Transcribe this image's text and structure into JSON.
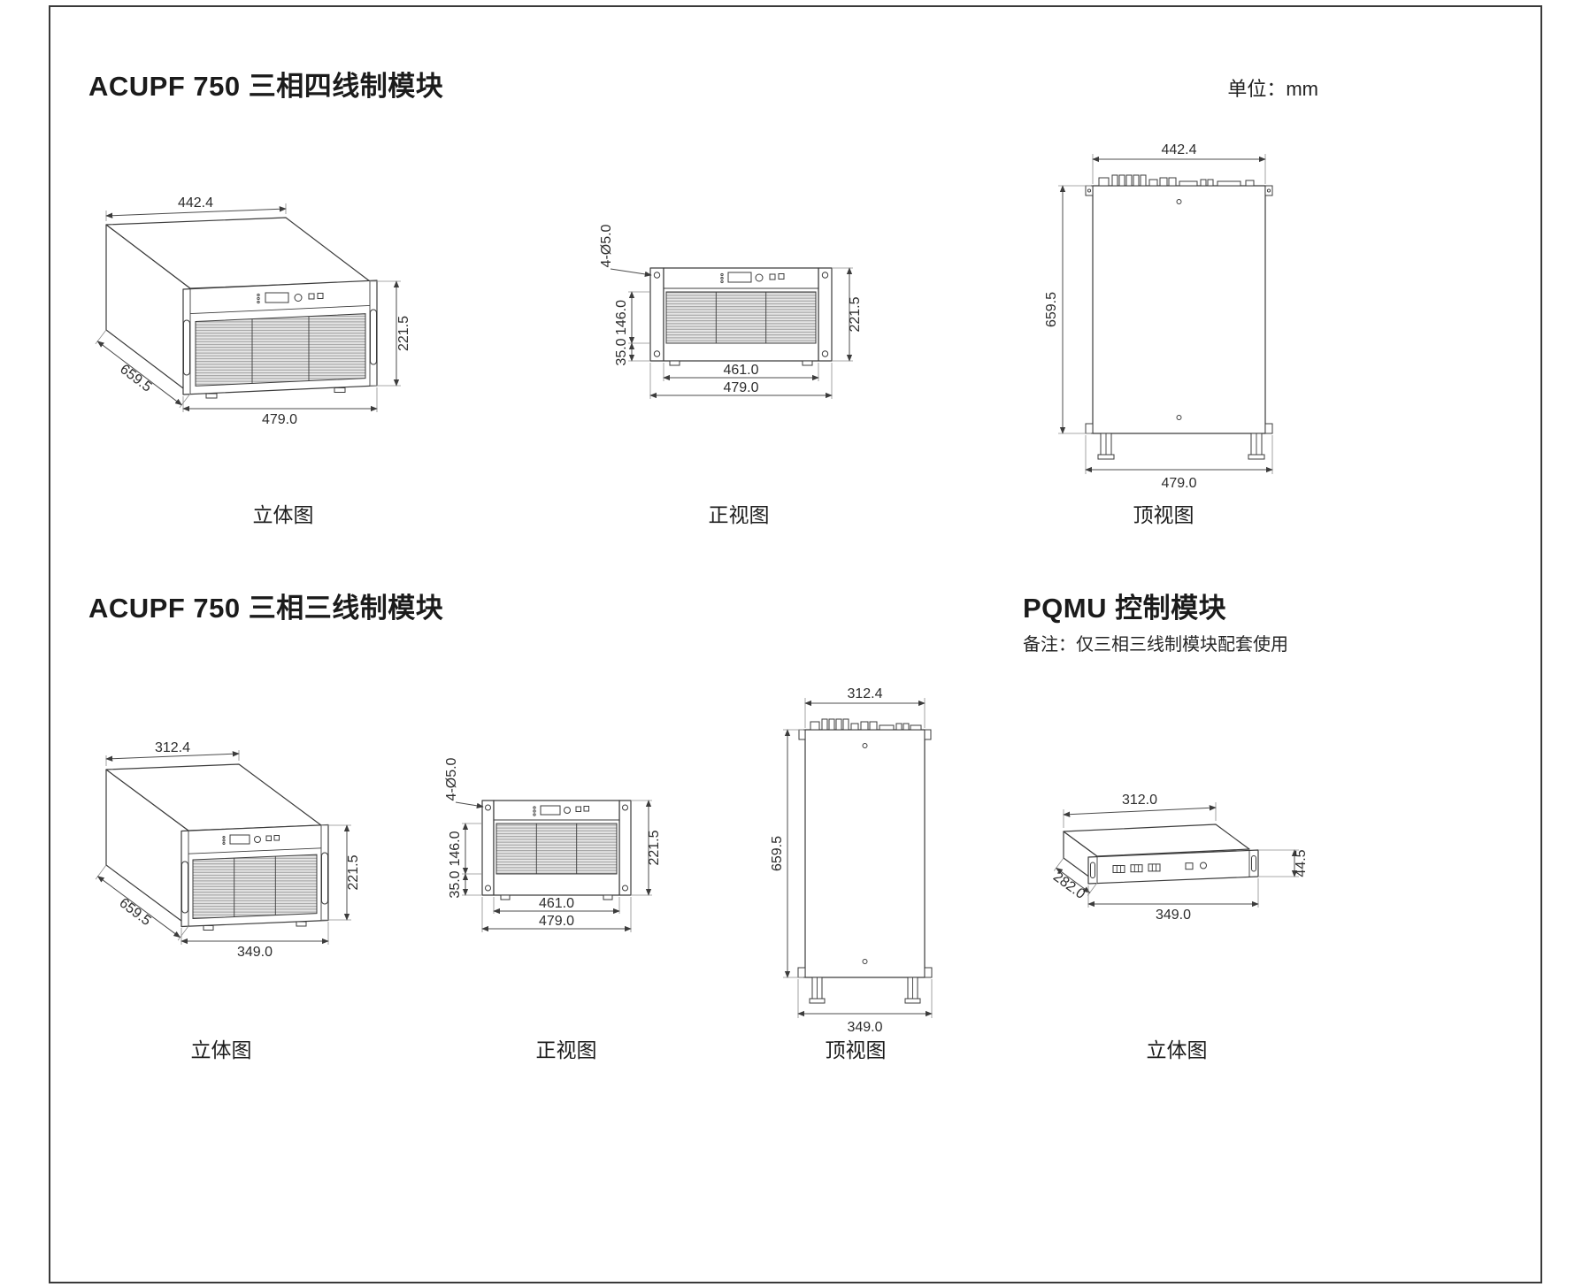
{
  "page": {
    "unit_label": "单位：mm"
  },
  "four_wire": {
    "title": "ACUPF 750 三相四线制模块",
    "iso": {
      "label": "立体图",
      "dim_top_width": "442.4",
      "dim_depth": "659.5",
      "dim_height": "221.5",
      "dim_front_width": "479.0"
    },
    "front": {
      "label": "正视图",
      "dim_holes": "4-Ø5.0",
      "dim_panel_height": "146.0",
      "dim_bottom_height": "35.0",
      "dim_inner_width": "461.0",
      "dim_width": "479.0",
      "dim_height": "221.5"
    },
    "top": {
      "label": "顶视图",
      "dim_width": "442.4",
      "dim_depth": "659.5",
      "dim_foot_width": "479.0"
    }
  },
  "three_wire": {
    "title": "ACUPF 750 三相三线制模块",
    "iso": {
      "label": "立体图",
      "dim_top_width": "312.4",
      "dim_depth": "659.5",
      "dim_height": "221.5",
      "dim_front_width": "349.0"
    },
    "front": {
      "label": "正视图",
      "dim_holes": "4-Ø5.0",
      "dim_panel_height": "146.0",
      "dim_bottom_height": "35.0",
      "dim_inner_width": "461.0",
      "dim_width": "479.0",
      "dim_height": "221.5"
    },
    "top": {
      "label": "顶视图",
      "dim_width": "312.4",
      "dim_depth": "659.5",
      "dim_foot_width": "349.0"
    }
  },
  "pqmu": {
    "title": "PQMU 控制模块",
    "note": "备注：仅三相三线制模块配套使用",
    "iso": {
      "label": "立体图",
      "dim_top_width": "312.0",
      "dim_depth": "282.0",
      "dim_front_width": "349.0",
      "dim_height": "44.5"
    }
  }
}
